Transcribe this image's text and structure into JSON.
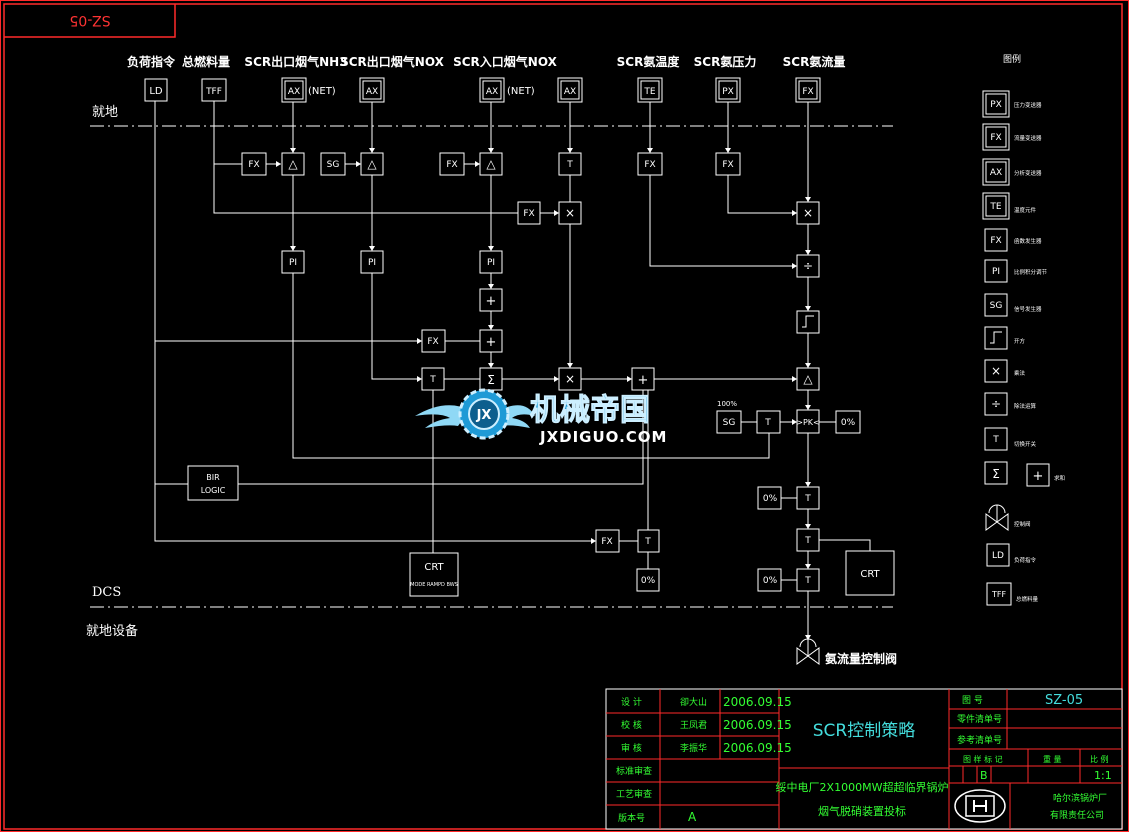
{
  "sheet": {
    "corner_tag": "SZ-05",
    "legend_title": "图例"
  },
  "headers": {
    "load_cmd": "负荷指令",
    "total_fuel": "总燃料量",
    "nh3_out": "SCR出口烟气NH3",
    "nox_out": "SCR出口烟气NOX",
    "nox_in": "SCR入口烟气NOX",
    "nh3_temp": "SCR氨温度",
    "nh3_press": "SCR氨压力",
    "nh3_flow": "SCR氨流量"
  },
  "zones": {
    "local": "就地",
    "dcs": "DCS",
    "field": "就地设备"
  },
  "blocks": {
    "ld": "LD",
    "tff": "TFF",
    "ax": "AX",
    "te": "TE",
    "px": "PX",
    "fx": "FX",
    "sg": "SG",
    "pi": "PI",
    "t": "T",
    "delta": "△",
    "times": "×",
    "plus": "+",
    "div": "÷",
    "sigma": "Σ",
    "pk": ">PK<",
    "zero": "0%",
    "crt": "CRT",
    "net": "(NET)",
    "hundred": "100%",
    "bir1": "BIR",
    "bir2": "LOGIC",
    "crt_sub": "MODE RAMPD BWS"
  },
  "valve_label": "氨流量控制阀",
  "legend": {
    "px": "压力变送器",
    "fx": "流量变送器",
    "ax": "分析变送器",
    "te": "温度元件",
    "fxf": "函数发生器",
    "pi": "比例积分调节",
    "sg": "信号发生器",
    "sqrt": "开方",
    "mult": "乘法",
    "div": "除法运算",
    "t": "切换开关",
    "sum": "求和",
    "valve": "控制阀",
    "ld": "负荷指令",
    "tff": "总燃料量"
  },
  "title_block": {
    "rows": [
      {
        "role": "设  计",
        "name": "卻大山",
        "date": "2006.09.15"
      },
      {
        "role": "校  核",
        "name": "王凤君",
        "date": "2006.09.15"
      },
      {
        "role": "审  核",
        "name": "李振华",
        "date": "2006.09.15"
      }
    ],
    "std_review": "标准审查",
    "proc_review": "工艺审查",
    "version_label": "版本号",
    "version": "A",
    "drawing_title": "SCR控制策略",
    "project_line1": "绥中电厂2X1000MW超超临界锅炉",
    "project_line2": "烟气脱硝装置投标",
    "drawing_no_label": "图  号",
    "drawing_no": "SZ-05",
    "parts_list": "零件清单号",
    "ref_list": "参考清单号",
    "stage_label": "图 样 标 记",
    "weight_label": "重  量",
    "scale_label": "比  例",
    "stage": "B",
    "scale": "1:1",
    "company1": "哈尔滨锅炉厂",
    "company2": "有限责任公司"
  },
  "watermark": {
    "brand": "机械帝国",
    "url": "JXDIGUO.COM",
    "logo": "JX"
  },
  "colors": {
    "border": "#ff2a2a",
    "text_green": "#33ff33",
    "title_cyan": "#44dddd",
    "watermark_blue": "#1e9ad6"
  }
}
